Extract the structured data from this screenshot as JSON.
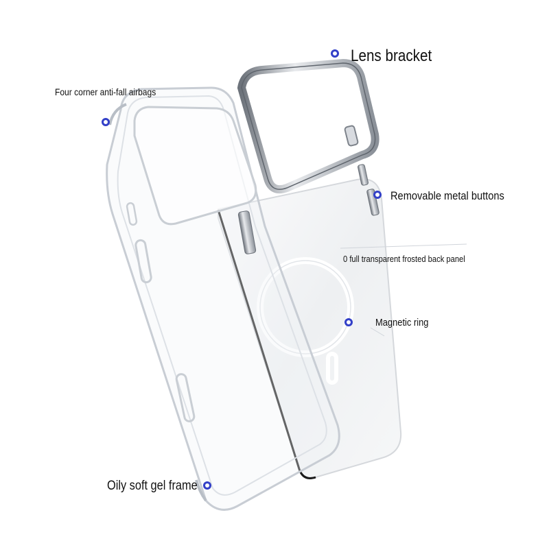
{
  "labels": {
    "lens_bracket": "Lens bracket",
    "corner_airbags": "Four corner anti-fall airbags",
    "metal_buttons": "Removable metal buttons",
    "back_panel": "0 full transparent frosted back panel",
    "magnetic_ring": "Magnetic ring",
    "gel_frame": "Oily soft gel frame"
  },
  "colors": {
    "marker_ring": "#3340c8",
    "marker_fill": "#ffffff",
    "case_edge": "#c8cdd4",
    "bracket_metal": "#9aa0a8",
    "panel_edge": "#1a1a1a"
  },
  "icons": [
    "marker-dot-icon"
  ]
}
